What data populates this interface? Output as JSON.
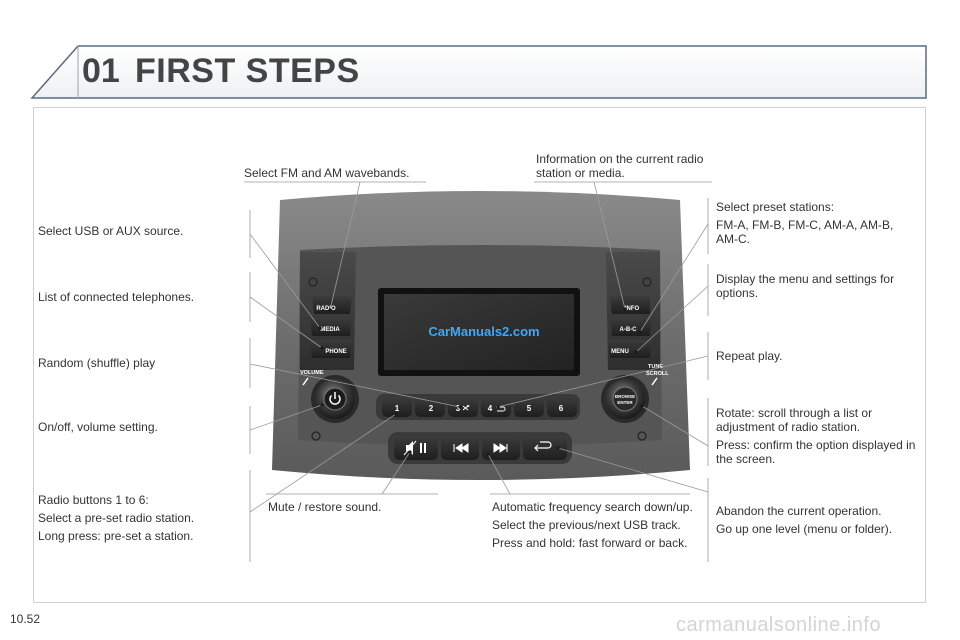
{
  "header": {
    "number": "01",
    "title": "FIRST STEPS"
  },
  "footer": {
    "page_number": "10.52",
    "watermark": "carmanualsonline.info"
  },
  "radio_unit": {
    "watermark": "CarManuals2.com",
    "buttons": {
      "radio": "RADIO",
      "media": "MEDIA",
      "phone": "PHONE",
      "info": "INFO",
      "abc": "A-B-C",
      "menu": "MENU",
      "volume": "VOLUME",
      "tune": "TUNE",
      "scroll": "SCROLL",
      "browse": "BROWSE",
      "enter": "ENTER",
      "p1": "1",
      "p2": "2",
      "p3": "3",
      "p4": "4",
      "p5": "5",
      "p6": "6"
    }
  },
  "labels": {
    "usb_aux": "Select USB or AUX source.",
    "telephones": "List of connected telephones.",
    "shuffle": "Random (shuffle) play",
    "onoff": "On/off, volume setting.",
    "radio_buttons": [
      "Radio buttons 1 to 6:",
      "Select a pre-set radio station.",
      "Long press: pre-set a station."
    ],
    "fm_am": "Select FM and AM wavebands.",
    "info": "Information on the current radio station or media.",
    "preset": [
      "Select preset stations:",
      "FM-A, FM-B, FM-C, AM-A, AM-B, AM-C."
    ],
    "menu": "Display the menu and settings for options.",
    "repeat": "Repeat play.",
    "rotate": [
      "Rotate: scroll through a list or adjustment of radio station.",
      "Press: confirm the option displayed in the screen."
    ],
    "mute": "Mute / restore sound.",
    "freq": [
      "Automatic frequency search down/up.",
      "Select the previous/next USB track.",
      "Press and hold: fast forward or back."
    ],
    "abandon": [
      "Abandon the current operation.",
      "Go up one level (menu or folder)."
    ]
  }
}
